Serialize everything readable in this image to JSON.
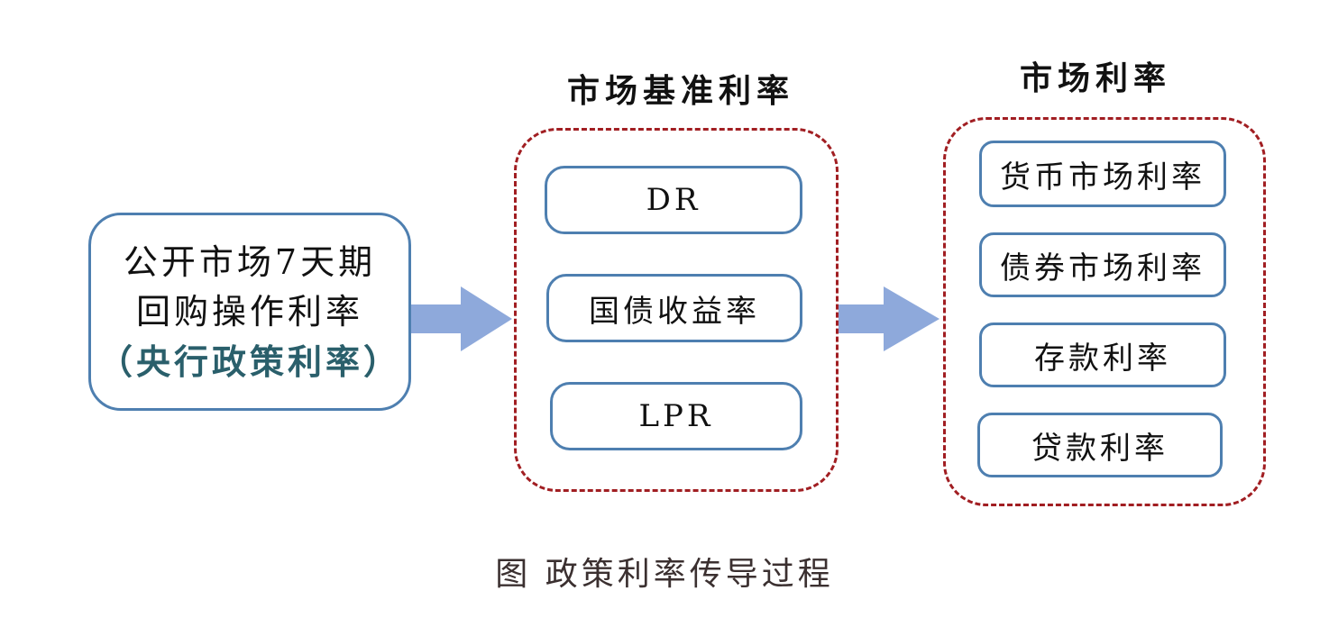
{
  "diagram": {
    "source": {
      "line1": "公开市场7天期",
      "line2": "回购操作利率",
      "line3": "（央行政策利率）",
      "line3_color": "#2a5f6b"
    },
    "benchmark_group": {
      "title": "市场基准利率",
      "items": [
        "DR",
        "国债收益率",
        "LPR"
      ]
    },
    "market_group": {
      "title": "市场利率",
      "items": [
        "货币市场利率",
        "债券市场利率",
        "存款利率",
        "贷款利率"
      ]
    },
    "colors": {
      "box_border": "#4e7fb0",
      "group_border": "#a11e22",
      "arrow_fill": "#8ea9db"
    }
  },
  "caption": "图  政策利率传导过程"
}
